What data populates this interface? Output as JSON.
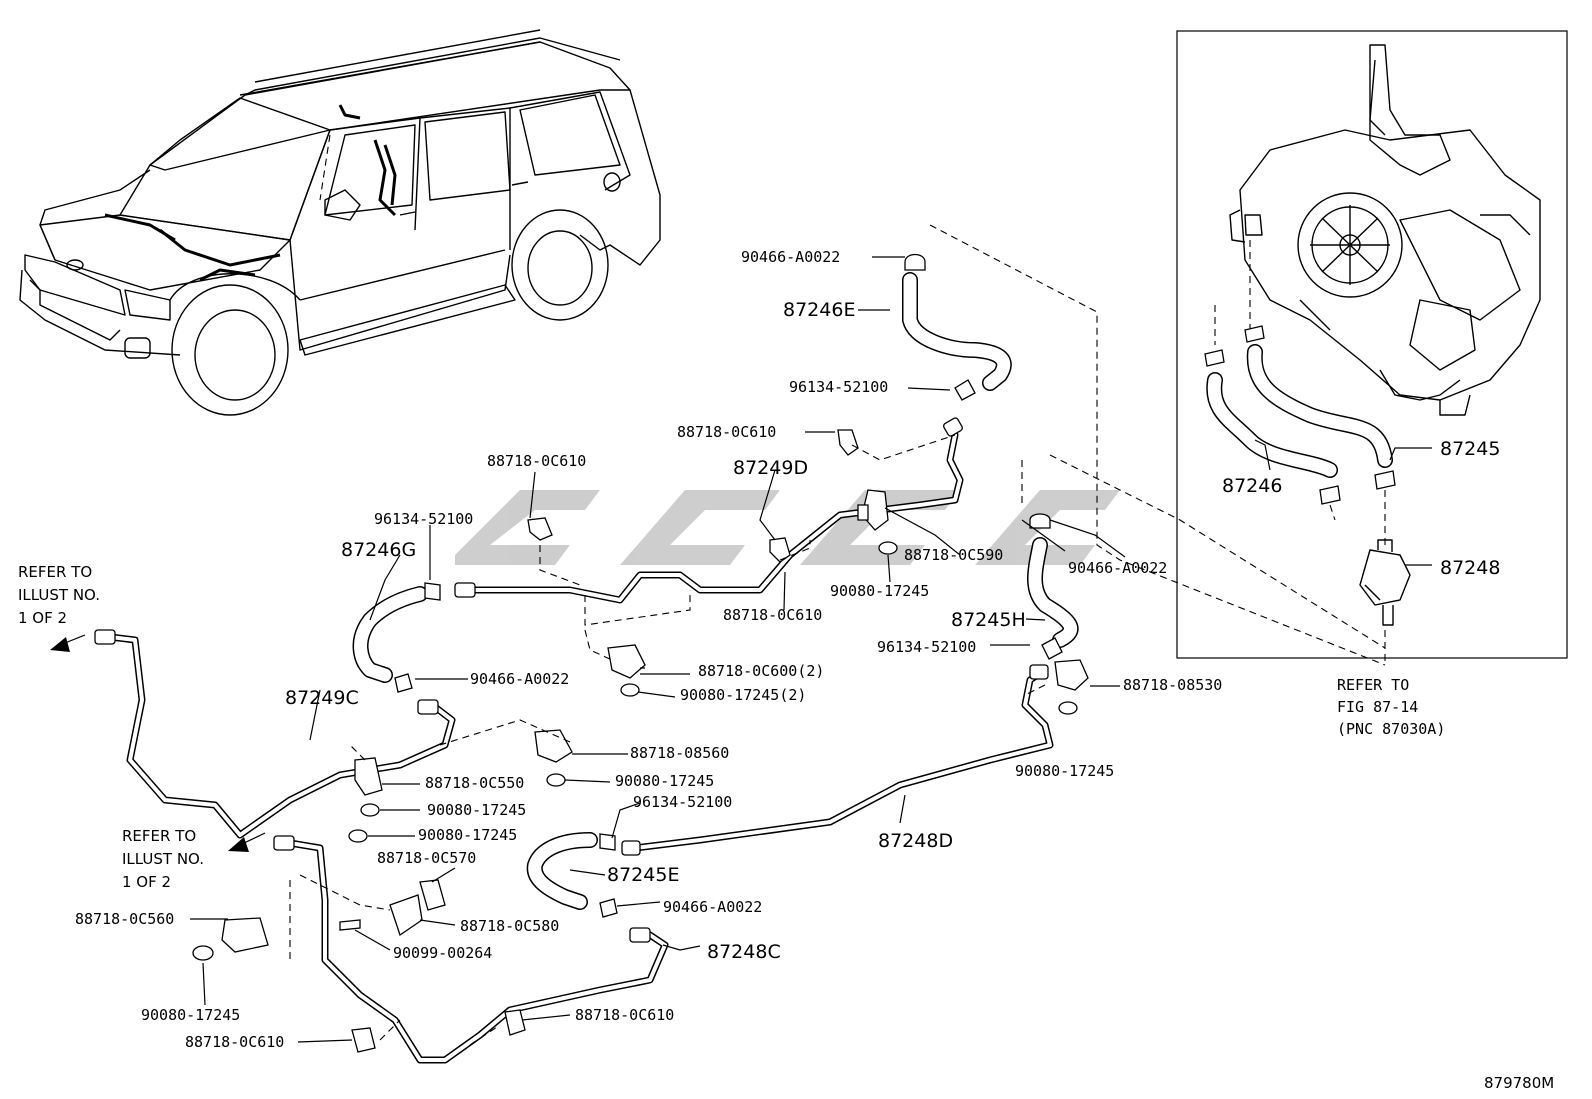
{
  "diagram_id": "879780M",
  "watermark_text": "",
  "labels": {
    "p90466_a": "90466-A0022",
    "p87246E": "87246E",
    "p96134_a": "96134-52100",
    "p88718_0C610_a": "88718-0C610",
    "p88718_0C610_b": "88718-0C610",
    "p87249D": "87249D",
    "p96134_b": "96134-52100",
    "p87246G": "87246G",
    "p88718_0C590": "88718-0C590",
    "p90466_b": "90466-A0022",
    "p90080_a": "90080-17245",
    "p88718_0C610_c": "88718-0C610",
    "p87245H": "87245H",
    "p96134_c": "96134-52100",
    "p88718_0C600": "88718-0C600(2)",
    "p90080_b": "90080-17245(2)",
    "p90466_c": "90466-A0022",
    "p88718_08530": "88718-08530",
    "p87249C": "87249C",
    "p88718_08560": "88718-08560",
    "p90080_c": "90080-17245",
    "p88718_0C550": "88718-0C550",
    "p90080_d": "90080-17245",
    "p90080_e": "90080-17245",
    "p90080_f": "90080-17245",
    "p96134_d": "96134-52100",
    "p87248D": "87248D",
    "p88718_0C570": "88718-0C570",
    "p87245E": "87245E",
    "p88718_0C580": "88718-0C580",
    "p90466_d": "90466-A0022",
    "p88718_0C560": "88718-0C560",
    "p90099": "90099-00264",
    "p87248C": "87248C",
    "p90080_g": "90080-17245",
    "p88718_0C610_d": "88718-0C610",
    "p88718_0C610_e": "88718-0C610",
    "p87245": "87245",
    "p87246": "87246",
    "p87248": "87248"
  },
  "refer1": [
    "REFER TO",
    "ILLUST NO.",
    "1 OF 2"
  ],
  "refer2": [
    "REFER TO",
    "ILLUST NO.",
    "1 OF 2"
  ],
  "refer_fig": [
    "REFER TO",
    "FIG 87-14",
    "(PNC 87030A)"
  ]
}
